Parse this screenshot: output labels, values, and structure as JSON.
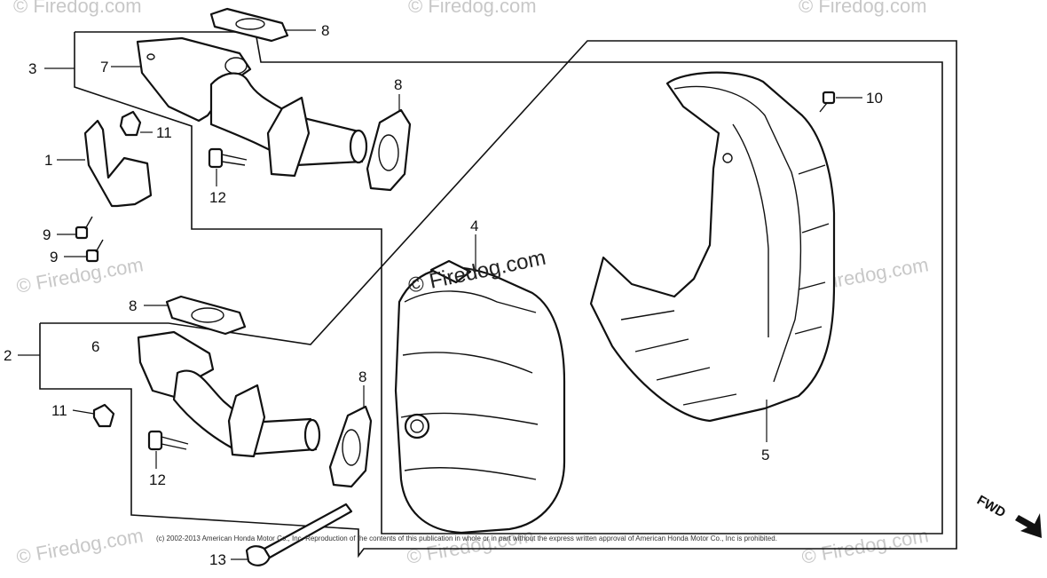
{
  "callouts": {
    "c1": "1",
    "c2": "2",
    "c3": "3",
    "c4": "4",
    "c5": "5",
    "c6": "6",
    "c7": "7",
    "c8a": "8",
    "c8b": "8",
    "c8c": "8",
    "c8d": "8",
    "c9a": "9",
    "c9b": "9",
    "c10": "10",
    "c11a": "11",
    "c11b": "11",
    "c12a": "12",
    "c12b": "12",
    "c13": "13"
  },
  "watermark": "© Firedog.com",
  "center_watermark": "© Firedog.com",
  "copyright": "(c) 2002-2013 American Honda Motor Co., Inc. Reproduction of the contents of this publication in whole or in part without the express written approval of American Honda Motor Co., Inc is prohibited.",
  "fwd_label": "FWD",
  "colors": {
    "ink": "#111111",
    "watermark": "#c8c8c8",
    "background": "#ffffff"
  }
}
